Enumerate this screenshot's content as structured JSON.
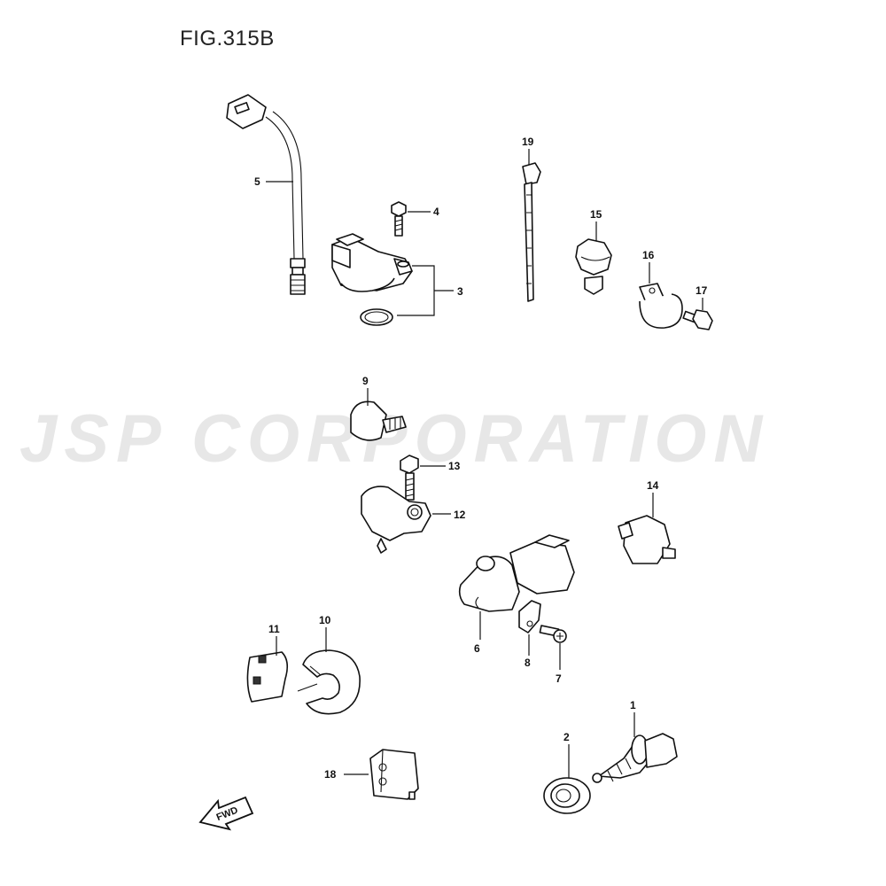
{
  "figure": {
    "title": "FIG.315B"
  },
  "watermark": {
    "text": "JSP CORPORATION"
  },
  "fwd_badge": {
    "text": "FWD"
  },
  "callouts": [
    "1",
    "2",
    "3",
    "4",
    "5",
    "6",
    "7",
    "8",
    "9",
    "10",
    "11",
    "12",
    "13",
    "14",
    "15",
    "16",
    "17",
    "18",
    "19"
  ]
}
